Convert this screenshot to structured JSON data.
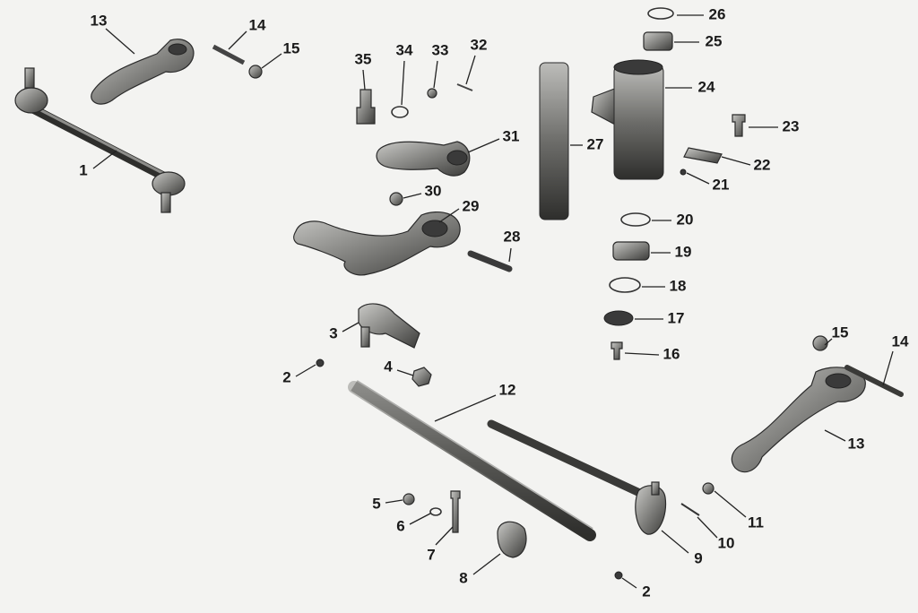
{
  "diagram": {
    "type": "exploded-parts-diagram",
    "labels": {
      "p1": "1",
      "p2a": "2",
      "p2b": "2",
      "p3": "3",
      "p4": "4",
      "p5": "5",
      "p6": "6",
      "p7": "7",
      "p8": "8",
      "p9": "9",
      "p10": "10",
      "p11": "11",
      "p12": "12",
      "p13a": "13",
      "p13b": "13",
      "p14a": "14",
      "p14b": "14",
      "p15a": "15",
      "p15b": "15",
      "p16": "16",
      "p17": "17",
      "p18": "18",
      "p19": "19",
      "p20": "20",
      "p21": "21",
      "p22": "22",
      "p23": "23",
      "p24": "24",
      "p25": "25",
      "p26": "26",
      "p27": "27",
      "p28": "28",
      "p29": "29",
      "p30": "30",
      "p31": "31",
      "p32": "32",
      "p33": "33",
      "p34": "34",
      "p35": "35"
    }
  }
}
